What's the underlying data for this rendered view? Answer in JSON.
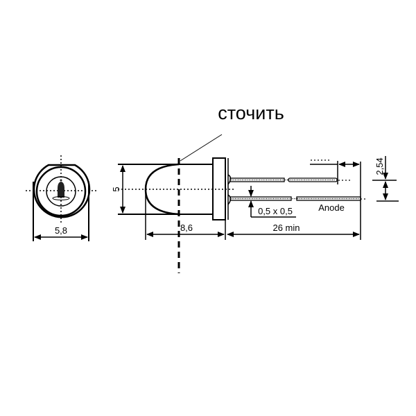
{
  "annotation": {
    "label": "сточить"
  },
  "front_view": {
    "width_label": "5,8"
  },
  "side_view": {
    "diameter_label": "5",
    "body_length_label": "8,6",
    "lead_length_label": "26 min",
    "lead_section_label": "0,5 x 0,5",
    "lead_pitch_label": "2,54",
    "anode_label": "Anode"
  },
  "colors": {
    "line": "#000000",
    "background": "#ffffff"
  }
}
